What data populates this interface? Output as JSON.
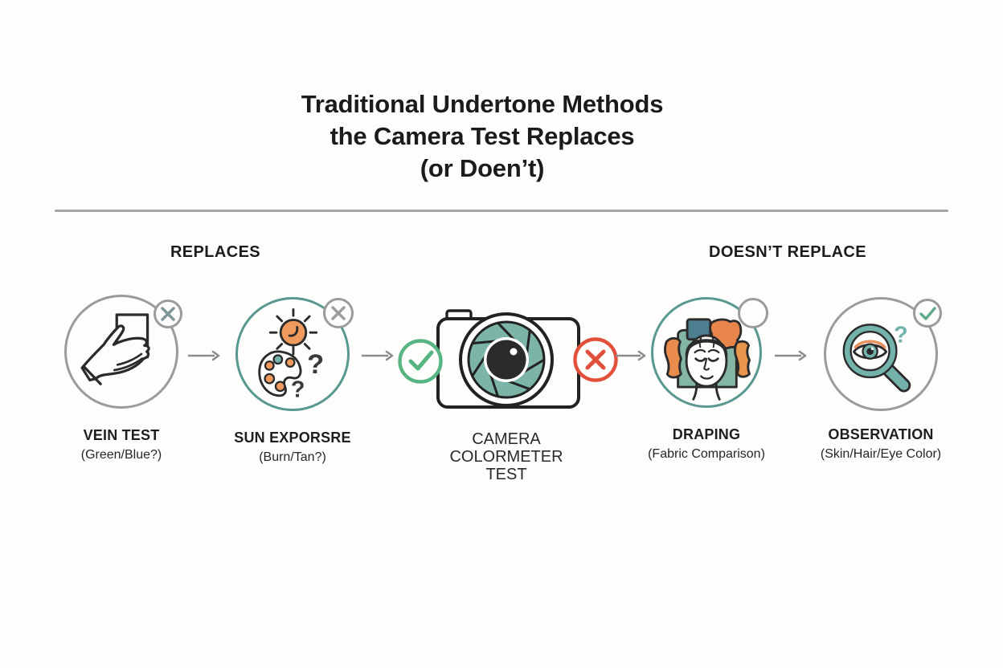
{
  "title": {
    "lines": [
      "Traditional Undertone Methods",
      "the Camera Test Replaces",
      "(or Doen’t)"
    ]
  },
  "headers": {
    "replaces": "REPLACES",
    "doesnt_replace": "DOESN’T REPLACE"
  },
  "methods": [
    {
      "name": "VEIN TEST",
      "detail": "(Green/Blue?)",
      "section": "replaces",
      "badge": "x",
      "icon": "hand-card-icon"
    },
    {
      "name": "SUN EXPORSRE",
      "detail": "(Burn/Tan?)",
      "section": "replaces",
      "badge": "x",
      "icon": "sun-palette-icon"
    },
    {
      "name": "DRAPING",
      "detail": "(Fabric Comparison)",
      "section": "doesnt_replace",
      "badge": "empty",
      "icon": "face-fabric-icon"
    },
    {
      "name": "OBSERVATION",
      "detail": "(Skin/Hair/Eye Color)",
      "section": "doesnt_replace",
      "badge": "check",
      "icon": "magnifier-eye-icon"
    }
  ],
  "camera": {
    "label_lines": [
      "CAMERA",
      "COLORMETER",
      "TEST"
    ],
    "left_marker": "check",
    "right_marker": "x",
    "icon": "camera-aperture-icon"
  },
  "decorations": {
    "sun_question_1": "?",
    "sun_question_2": "?",
    "observation_question": "?"
  },
  "colors": {
    "teal_ring": "#58988f",
    "gray_ring": "#9b9b9b",
    "check_green": "#57b581",
    "cross_red": "#e2503c",
    "badge_x_slate": "#7f9799",
    "badge_x_gray": "#9b9b9b",
    "badge_check_teal": "#5faa8d",
    "orange": "#f09a5d",
    "teal_fill": "#7cb4a8",
    "blue_fabric": "#4d7e90",
    "hair_gray": "#a9a9a9",
    "arrow_gray": "#8c8c8c",
    "text": "#1b1b1b"
  }
}
